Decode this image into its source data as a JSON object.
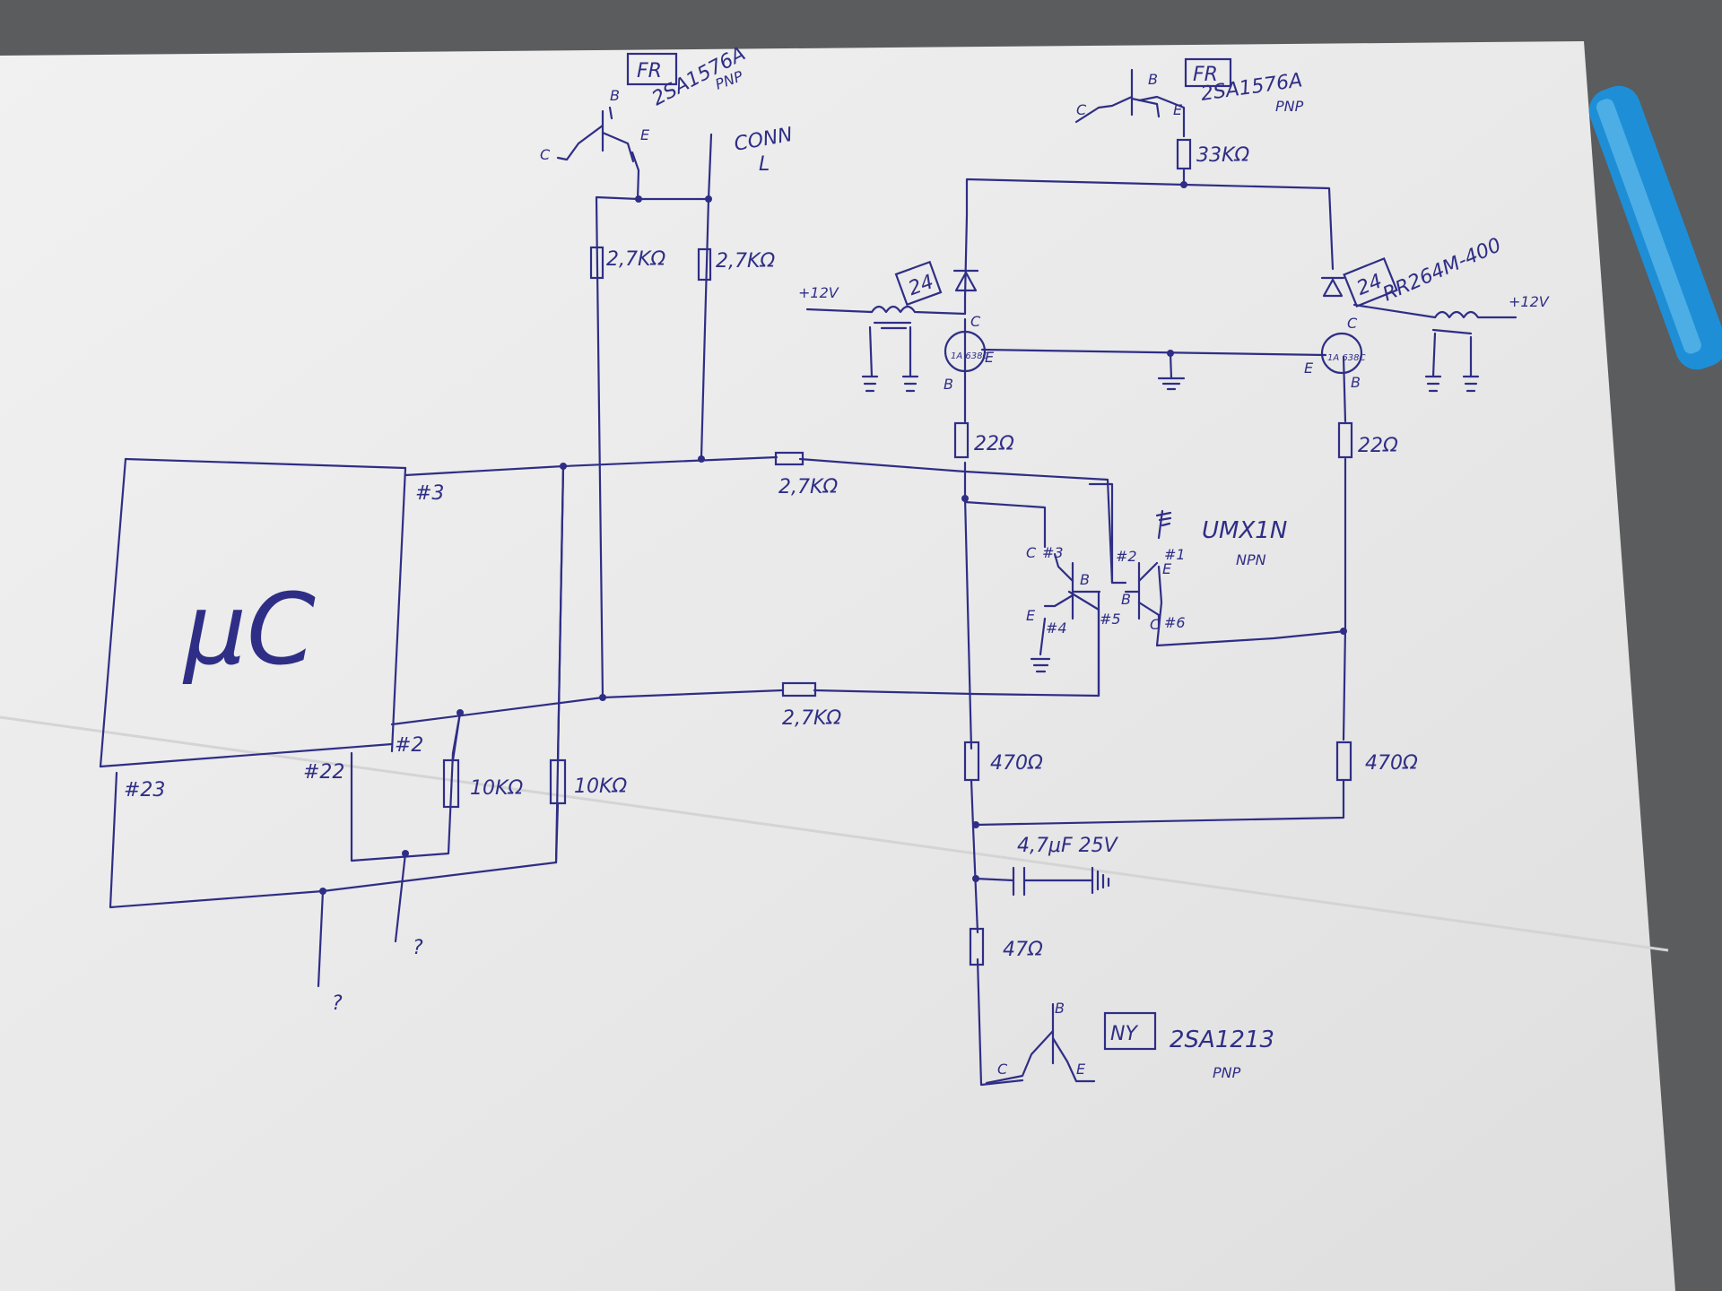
{
  "controller": {
    "label": "μC"
  },
  "pins": {
    "p3": "#3",
    "p2": "#2",
    "p22": "#22",
    "p23": "#23"
  },
  "transistors": {
    "top_left": {
      "marking": "FR",
      "part": "2SA1576A",
      "type": "PNP",
      "b": "B",
      "c": "C",
      "e": "E"
    },
    "top_right": {
      "marking": "FR",
      "part": "2SA1576A",
      "type": "PNP",
      "b": "B",
      "c": "C",
      "e": "E"
    },
    "bottom": {
      "marking": "NY",
      "part": "2SA1213",
      "type": "PNP",
      "b": "B",
      "c": "C",
      "e": "E"
    },
    "dual": {
      "part": "UMX1N",
      "type": "NPN",
      "pins": [
        "#1",
        "#2",
        "#3",
        "#4",
        "#5",
        "#6"
      ],
      "c": "C",
      "b": "B",
      "e": "E"
    },
    "opto_left": {
      "label": "1A 638C",
      "c": "C",
      "e": "E",
      "b": "B"
    },
    "opto_right": {
      "label": "1A 638C",
      "c": "C",
      "e": "E",
      "b": "B"
    }
  },
  "connector": {
    "label": "CONN",
    "sub": "L"
  },
  "diodes": {
    "left": {
      "marking": "24"
    },
    "right": {
      "marking": "24",
      "part": "RR264M-400"
    }
  },
  "supplies": {
    "left": "+12V",
    "right": "+12V"
  },
  "resistors": {
    "r_conn_a": "2,7KΩ",
    "r_conn_b": "2,7KΩ",
    "r_top_right": "33KΩ",
    "r_base_left": "22Ω",
    "r_base_right": "22Ω",
    "r_line_top": "2,7KΩ",
    "r_line_bottom": "2,7KΩ",
    "r_pd_a": "10KΩ",
    "r_pd_b": "10KΩ",
    "r_470_left": "470Ω",
    "r_470_right": "470Ω",
    "r_47": "47Ω"
  },
  "capacitor": {
    "label": "4,7μF 25V"
  },
  "unknown_marks": {
    "a": "?",
    "b": "?"
  },
  "colors": {
    "ink": "#2f2e86",
    "paper": "#ececec",
    "desk": "#5a5c5e",
    "pen": "#1e8fd6"
  }
}
